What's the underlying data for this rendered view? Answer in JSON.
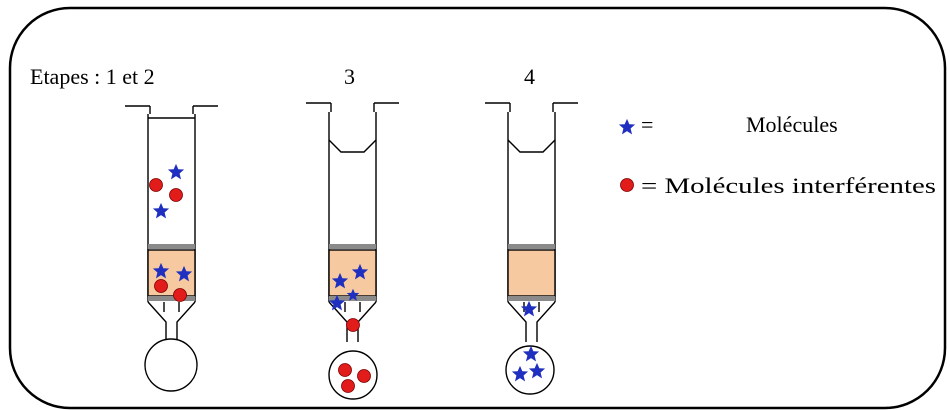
{
  "labels": {
    "step_1_2": "Etapes : 1 et 2",
    "step_3": "3",
    "step_4": "4"
  },
  "legend": {
    "star_equals": "=",
    "star_text": "Molécules",
    "circle_text": "= Molécules interférentes"
  },
  "colors": {
    "star": "#1f2fbf",
    "circle": "#e21b1b",
    "packing": "#f7c9a0",
    "frit": "#8a8a8a",
    "line": "#000000"
  },
  "icons": {
    "molecule": "blue-star-icon",
    "interfering": "red-circle-icon"
  }
}
